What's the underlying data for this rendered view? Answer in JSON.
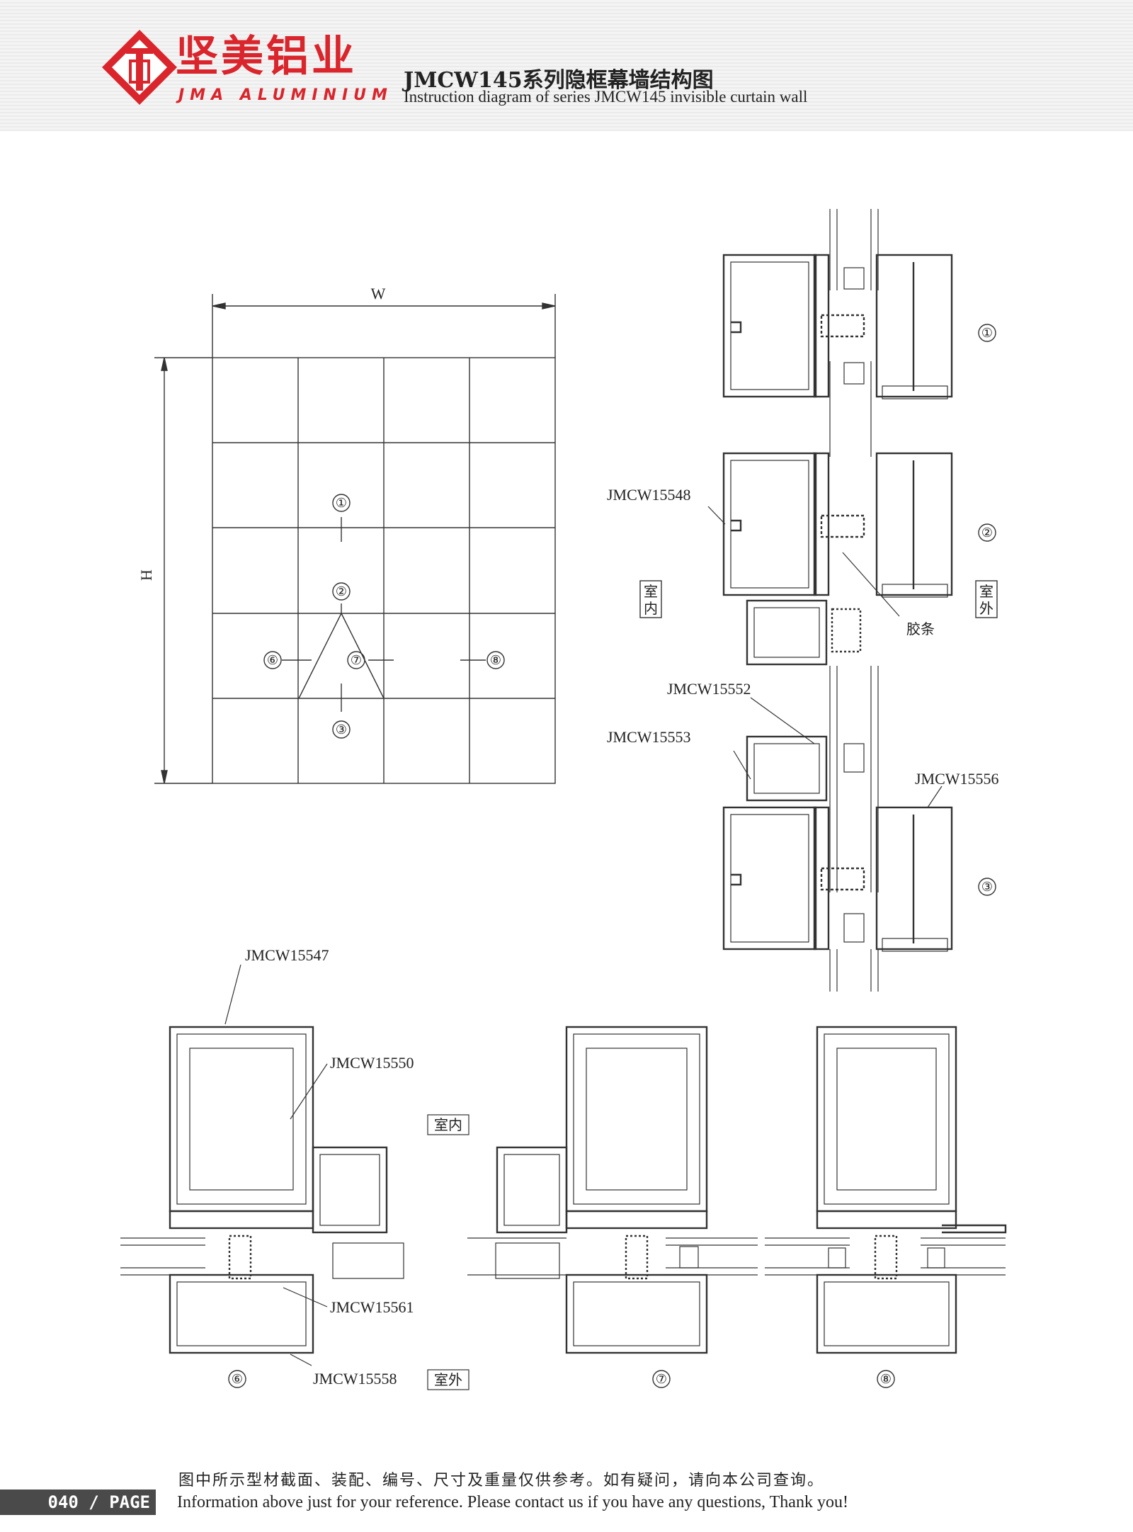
{
  "header": {
    "brand_cn": "坚美铝业",
    "brand_en": "JMA ALUMINIUM",
    "title_cn": "JMCW145系列隐框幕墙结构图",
    "title_en": "Instruction diagram of series JMCW145 invisible curtain wall",
    "brand_color": "#d9252b"
  },
  "elevation": {
    "width_label": "W",
    "height_label": "H",
    "markers": [
      "①",
      "②",
      "③",
      "⑥",
      "⑦",
      "⑧"
    ]
  },
  "vertical_section": {
    "markers": [
      "①",
      "②",
      "③"
    ],
    "indoor": [
      "室",
      "内"
    ],
    "outdoor": [
      "室",
      "外"
    ],
    "gasket": "胶条",
    "parts": [
      "JMCW15548",
      "JMCW15552",
      "JMCW15553",
      "JMCW15556"
    ]
  },
  "horizontal_section": {
    "markers": [
      "⑥",
      "⑦",
      "⑧"
    ],
    "indoor": "室内",
    "outdoor": "室外",
    "parts": [
      "JMCW15547",
      "JMCW15550",
      "JMCW15561",
      "JMCW15558"
    ]
  },
  "footer": {
    "note_cn": "图中所示型材截面、装配、编号、尺寸及重量仅供参考。如有疑问，请向本公司查询。",
    "note_en": "Information above just for your reference. Please contact us if you have any questions, Thank you!",
    "page": "040 / PAGE"
  }
}
